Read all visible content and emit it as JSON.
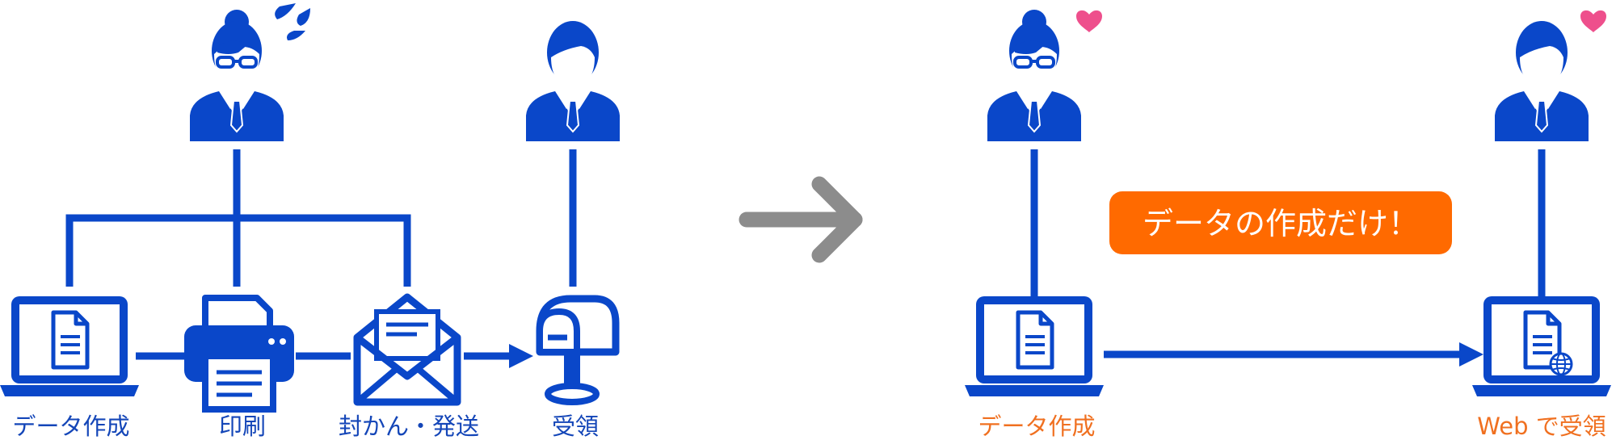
{
  "colors": {
    "primary_blue": "#0a47c9",
    "label_blue": "#1446b8",
    "orange": "#ff6a00",
    "label_orange": "#f07020",
    "arrow_gray": "#8c8c8c",
    "heart_pink": "#ee4f8c",
    "sweat_blue": "#0a47c9"
  },
  "before": {
    "labels": {
      "data_creation": "データ作成",
      "printing": "印刷",
      "sealing_sending": "封かん・発送",
      "receiving": "受領"
    },
    "icons": [
      "worker-with-glasses-icon",
      "sweat-drops-icon",
      "recipient-person-icon",
      "laptop-document-icon",
      "printer-icon",
      "envelope-icon",
      "mailbox-icon"
    ]
  },
  "transition_icon": "right-arrow-icon",
  "after": {
    "badge": "データの作成だけ！",
    "labels": {
      "data_creation": "データ作成",
      "web_receiving": "Web で受領"
    },
    "icons": [
      "worker-with-glasses-icon",
      "heart-icon",
      "recipient-person-icon",
      "laptop-document-icon",
      "laptop-web-document-icon"
    ]
  }
}
